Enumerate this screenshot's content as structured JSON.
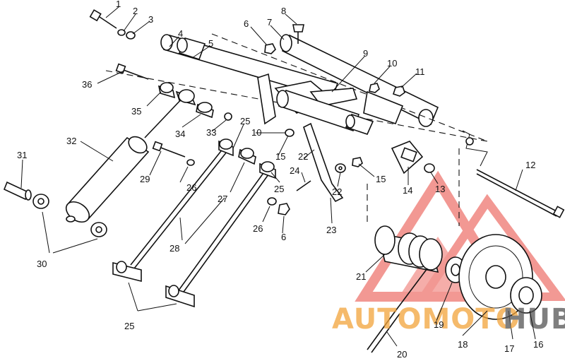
{
  "diagram": {
    "callouts": [
      {
        "id": "c1",
        "text": "1"
      },
      {
        "id": "c2",
        "text": "2"
      },
      {
        "id": "c3",
        "text": "3"
      },
      {
        "id": "c4",
        "text": "4"
      },
      {
        "id": "c5",
        "text": "5"
      },
      {
        "id": "c6a",
        "text": "6"
      },
      {
        "id": "c6b",
        "text": "6"
      },
      {
        "id": "c7",
        "text": "7"
      },
      {
        "id": "c8",
        "text": "8"
      },
      {
        "id": "c9",
        "text": "9"
      },
      {
        "id": "c10a",
        "text": "10"
      },
      {
        "id": "c10b",
        "text": "10"
      },
      {
        "id": "c11",
        "text": "11"
      },
      {
        "id": "c12",
        "text": "12"
      },
      {
        "id": "c13",
        "text": "13"
      },
      {
        "id": "c14",
        "text": "14"
      },
      {
        "id": "c15a",
        "text": "15"
      },
      {
        "id": "c15b",
        "text": "15"
      },
      {
        "id": "c16",
        "text": "16"
      },
      {
        "id": "c17",
        "text": "17"
      },
      {
        "id": "c18",
        "text": "18"
      },
      {
        "id": "c19",
        "text": "19"
      },
      {
        "id": "c20",
        "text": "20"
      },
      {
        "id": "c21",
        "text": "21"
      },
      {
        "id": "c22a",
        "text": "22"
      },
      {
        "id": "c22b",
        "text": "22"
      },
      {
        "id": "c23",
        "text": "23"
      },
      {
        "id": "c24",
        "text": "24"
      },
      {
        "id": "c25a",
        "text": "25"
      },
      {
        "id": "c25b",
        "text": "25"
      },
      {
        "id": "c25c",
        "text": "25"
      },
      {
        "id": "c26a",
        "text": "26"
      },
      {
        "id": "c26b",
        "text": "26"
      },
      {
        "id": "c27",
        "text": "27"
      },
      {
        "id": "c28",
        "text": "28"
      },
      {
        "id": "c29",
        "text": "29"
      },
      {
        "id": "c30",
        "text": "30"
      },
      {
        "id": "c31",
        "text": "31"
      },
      {
        "id": "c32",
        "text": "32"
      },
      {
        "id": "c33",
        "text": "33"
      },
      {
        "id": "c34",
        "text": "34"
      },
      {
        "id": "c35",
        "text": "35"
      },
      {
        "id": "c36",
        "text": "36"
      }
    ]
  },
  "watermark": {
    "part1": "AUTOMOTO",
    "part2": "HUB",
    "color_primary": "#e8453c",
    "color_secondary": "#f2a33a",
    "color_dark": "#555555"
  }
}
